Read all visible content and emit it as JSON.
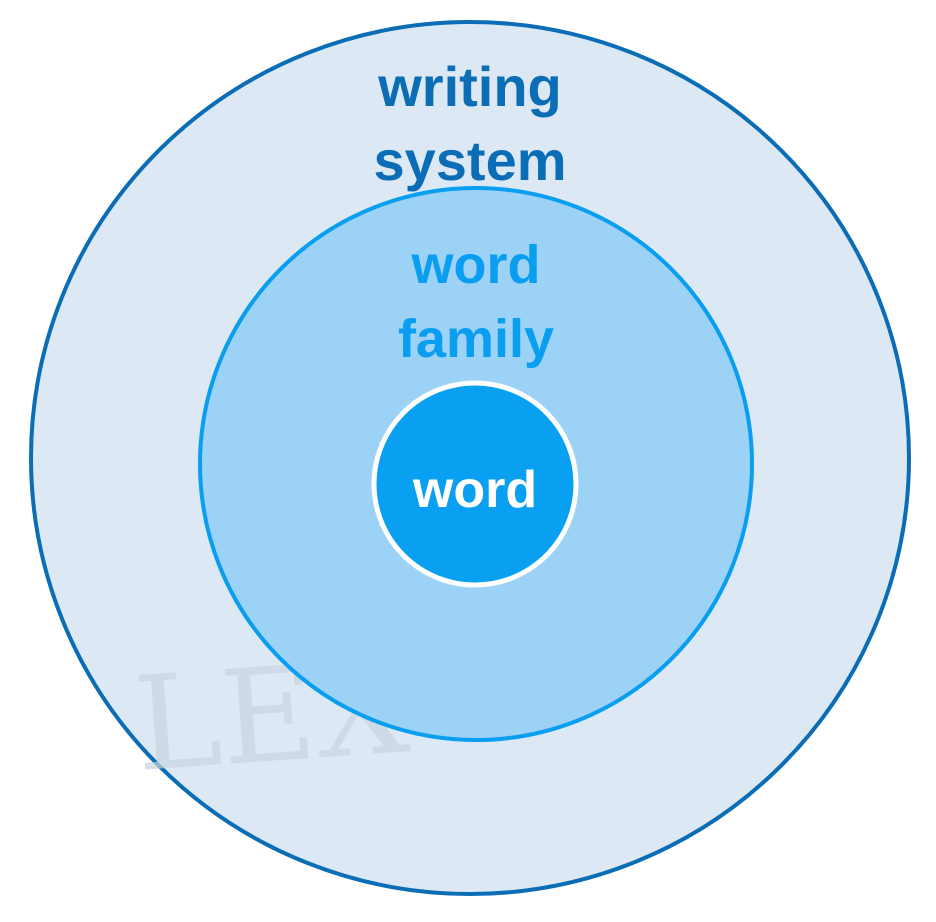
{
  "diagram": {
    "outer": {
      "label_lines": [
        "writing",
        "system"
      ],
      "fill": "#dce9f5",
      "stroke": "#0b6db5",
      "text_color": "#0b6db5"
    },
    "middle": {
      "label_lines": [
        "word",
        "family"
      ],
      "fill": "#9cd2f6",
      "stroke": "#0a9ef0",
      "text_color": "#0a9ef0"
    },
    "inner": {
      "label": "word",
      "fill": "#0aa0f2",
      "stroke": "#ffffff",
      "text_color": "#ffffff"
    },
    "watermark": {
      "text": "LEX",
      "color": "#c7d3de"
    }
  }
}
